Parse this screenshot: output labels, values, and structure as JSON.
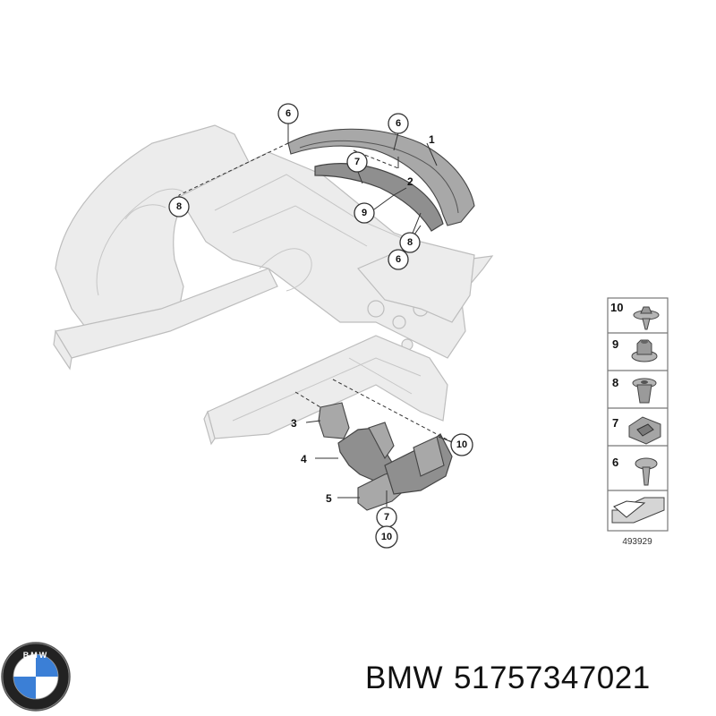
{
  "diagram": {
    "callouts": {
      "c6_top": "6",
      "c6_mid": "6",
      "c1": "1",
      "c7_top": "7",
      "c2": "2",
      "c8_left": "8",
      "c9": "9",
      "c8_mid": "8",
      "c6_low": "6",
      "c3": "3",
      "c10_right": "10",
      "c4": "4",
      "c5": "5",
      "c7_low": "7",
      "c10_low": "10"
    },
    "legend": {
      "items": [
        "10",
        "9",
        "8",
        "7",
        "6"
      ],
      "diagram_number": "493929"
    }
  },
  "footer": {
    "brand": "BMW",
    "part_number": "51757347021",
    "logo_letters": "BMW"
  },
  "colors": {
    "body_gray": "#ececec",
    "part_gray": "#8f8f8f",
    "logo_blue": "#1c69d4",
    "logo_black": "#111111"
  }
}
